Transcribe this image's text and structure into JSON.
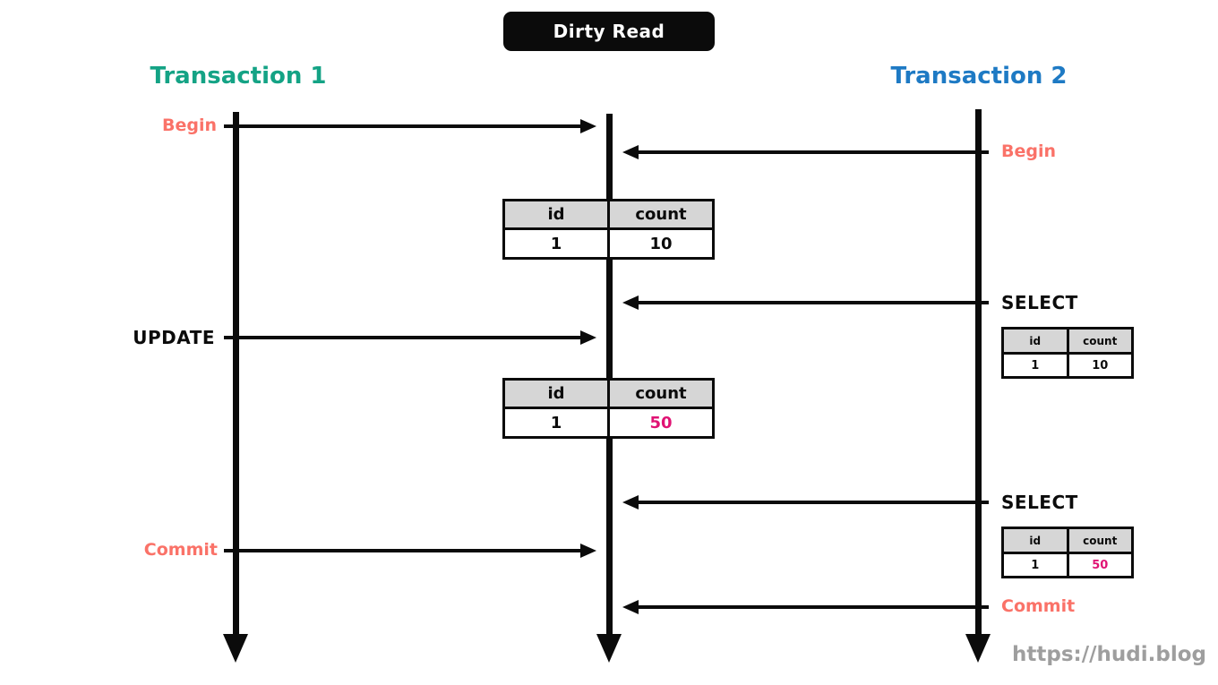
{
  "title": "Dirty Read",
  "watermark": "https://hudi.blog",
  "colors": {
    "teal": "#14A385",
    "blue": "#1E7AC4",
    "salmon": "#FA7268",
    "pink": "#E01374",
    "ink": "#0B0B0B",
    "table-header-bg": "#D6D6D6",
    "watermark-gray": "#9E9E9E",
    "title-bg": "#0B0B0B",
    "title-fg": "#FFFFFF"
  },
  "transactions": {
    "t1": {
      "label": "Transaction 1",
      "events": {
        "begin": "Begin",
        "update": "UPDATE",
        "commit": "Commit"
      }
    },
    "t2": {
      "label": "Transaction 2",
      "events": {
        "begin": "Begin",
        "select1": "SELECT",
        "select2": "SELECT",
        "commit": "Commit"
      }
    }
  },
  "tables": {
    "headers": [
      "id",
      "count"
    ],
    "db_state_initial": {
      "rows": [
        [
          "1",
          "10"
        ]
      ]
    },
    "db_state_updated": {
      "rows": [
        [
          "1",
          "50"
        ]
      ]
    },
    "t2_select_result_1": {
      "rows": [
        [
          "1",
          "10"
        ]
      ]
    },
    "t2_select_result_2": {
      "rows": [
        [
          "1",
          "50"
        ]
      ]
    }
  }
}
